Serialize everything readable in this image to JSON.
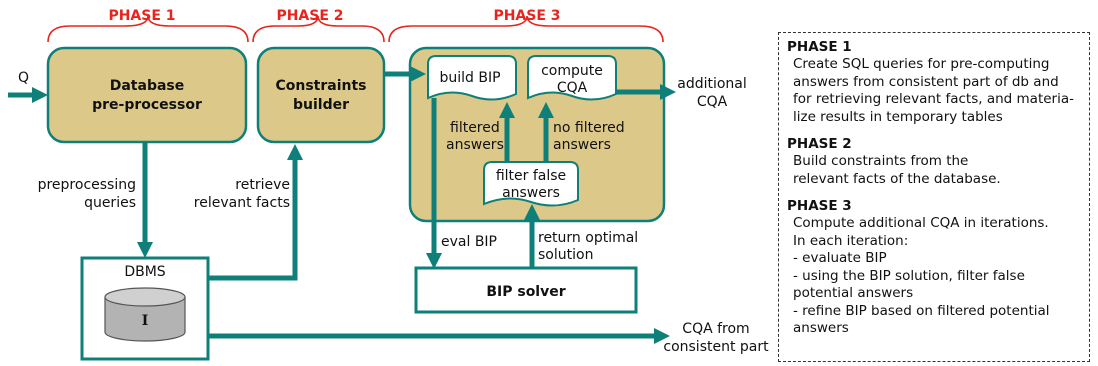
{
  "phases": {
    "p1": "PHASE 1",
    "p2": "PHASE 2",
    "p3": "PHASE 3"
  },
  "colors": {
    "box_fill": "#dcc98a",
    "arrow": "#0f7f7a",
    "phase_red": "#e8241c"
  },
  "nodes": {
    "input": "Q",
    "preprocessor_line1": "Database",
    "preprocessor_line2": "pre-processor",
    "constraints_line1": "Constraints",
    "constraints_line2": "builder",
    "build_bip": "build BIP",
    "compute_cqa_line1": "compute",
    "compute_cqa_line2": "CQA",
    "filter_line1": "filter false",
    "filter_line2": "answers",
    "dbms": "DBMS",
    "db_instance": "I",
    "bip_solver": "BIP solver"
  },
  "edges": {
    "preprocessing_line1": "preprocessing",
    "preprocessing_line2": "queries",
    "retrieve_line1": "retrieve",
    "retrieve_line2": "relevant facts",
    "filtered_line1": "filtered",
    "filtered_line2": "answers",
    "nofiltered_line1": "no filtered",
    "nofiltered_line2": "answers",
    "eval_bip": "eval BIP",
    "return_line1": "return optimal",
    "return_line2": "solution",
    "additional_line1": "additional",
    "additional_line2": "CQA",
    "cqa_consistent_line1": "CQA from",
    "cqa_consistent_line2": "consistent part"
  },
  "legend": {
    "p1_title": "PHASE 1",
    "p1_body": "Create SQL queries for pre-computing\nanswers from consistent part of db and\nfor retrieving relevant facts, and materia-\nlize results in temporary tables",
    "p2_title": "PHASE 2",
    "p2_body": "Build constraints from the\nrelevant facts of the database.",
    "p3_title": "PHASE 3",
    "p3_body": "Compute additional CQA in iterations.\nIn each iteration:\n- evaluate BIP\n- using the BIP solution, filter false\n  potential answers\n- refine BIP based on filtered potential\n  answers"
  }
}
